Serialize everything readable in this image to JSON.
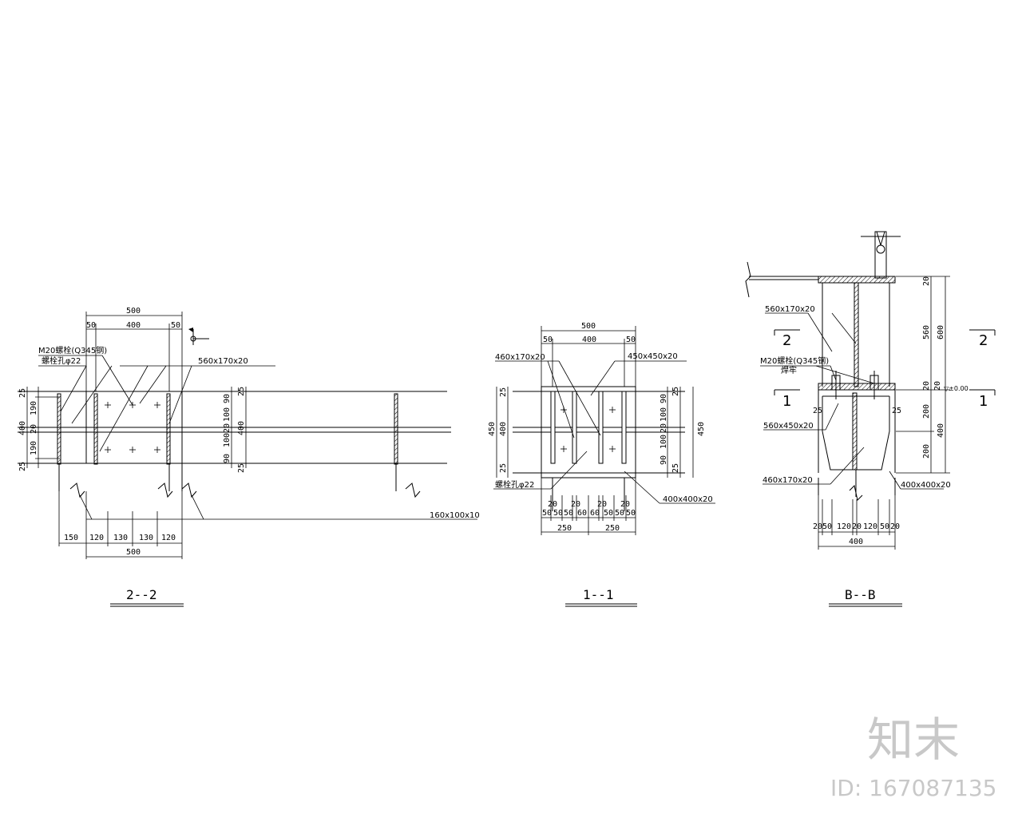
{
  "views": {
    "s22": {
      "title": "2--2",
      "labels": {
        "bolt": "M20螺栓(Q345钢)",
        "hole": "螺栓孔φ22",
        "plate": "560x170x20",
        "angle": "160x100x10"
      },
      "dims": {
        "top_total": "500",
        "top_a": "50",
        "top_b": "400",
        "top_c": "50",
        "left_25a": "25",
        "left_190a": "190",
        "left_20": "20",
        "left_190b": "190",
        "left_25b": "25",
        "left_400": "400",
        "right_90a": "90",
        "right_100a": "100",
        "right_20": "20",
        "right_100b": "100",
        "right_90b": "90",
        "right_25a": "25",
        "right_400": "400",
        "right_25b": "25",
        "bot_150": "150",
        "bot_120a": "120",
        "bot_130a": "130",
        "bot_130b": "130",
        "bot_120b": "120",
        "bot_500": "500"
      }
    },
    "s11": {
      "title": "1--1",
      "labels": {
        "plate_a": "460x170x20",
        "plate_b": "450x450x20",
        "hole": "螺栓孔φ22",
        "plate_c": "400x400x20"
      },
      "dims": {
        "top_total": "500",
        "top_50a": "50",
        "top_400": "400",
        "top_50b": "50",
        "left_450": "450",
        "left_25a": "25",
        "left_400": "400",
        "left_25b": "25",
        "right_90a": "90",
        "right_100a": "100",
        "right_20": "20",
        "right_100b": "100",
        "right_90b": "90",
        "right_25a": "25",
        "right_450": "450",
        "right_25b": "25",
        "bot_20a": "20",
        "bot_20b": "20",
        "bot_20c": "20",
        "bot_20d": "20",
        "bot_50a": "50",
        "bot_50b": "50",
        "bot_50c": "50",
        "bot_60a": "60",
        "bot_60b": "60",
        "bot_50d": "50",
        "bot_50e": "50",
        "bot_50f": "50",
        "bot_250a": "250",
        "bot_250b": "250"
      }
    },
    "sbb": {
      "title": "B--B",
      "labels": {
        "plate_a": "560x170x20",
        "bolt": "M20螺栓(Q345钢)",
        "weld": "焊牢",
        "plate_b": "560x450x20",
        "plate_c": "460x170x20",
        "plate_d": "400x400x20",
        "level": "▽±0.00"
      },
      "marks": {
        "m2l": "2",
        "m2r": "2",
        "m1l": "1",
        "m1r": "1"
      },
      "dims": {
        "r_20a": "20",
        "r_560": "560",
        "r_600": "600",
        "r_20b": "20",
        "r_20c": "20",
        "r_200a": "200",
        "r_400": "400",
        "r_200b": "200",
        "l_25": "25",
        "r_25": "25",
        "b_20a": "20",
        "b_50a": "50",
        "b_120a": "120",
        "b_20b": "20",
        "b_120b": "120",
        "b_50b": "50",
        "b_20c": "20",
        "b_400": "400"
      }
    }
  },
  "watermark": {
    "brand": "知末",
    "id": "ID: 167087135"
  }
}
